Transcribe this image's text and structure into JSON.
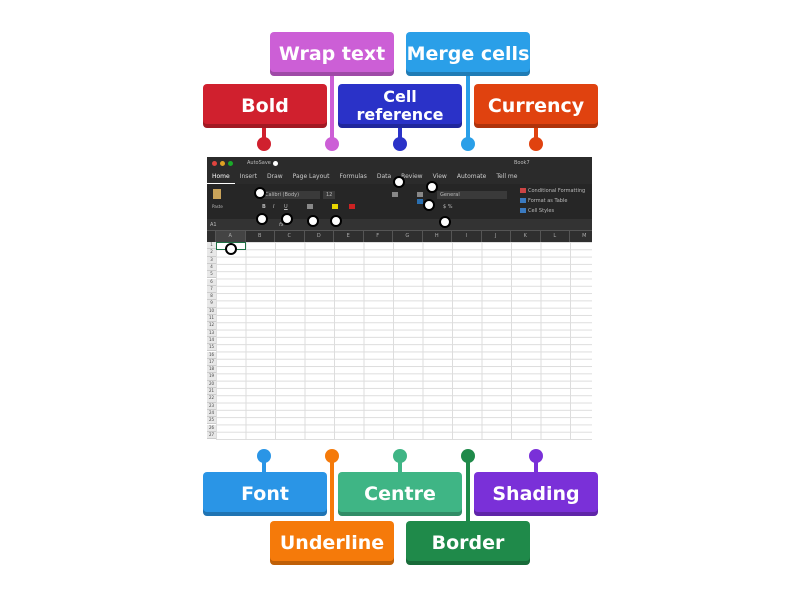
{
  "labels": [
    {
      "text": "Wrap text",
      "color": "#cc5fd6"
    },
    {
      "text": "Merge cells",
      "color": "#2a9fe8"
    },
    {
      "text": "Bold",
      "color": "#d0202e"
    },
    {
      "text": "Cell reference",
      "color": "#2a32c8"
    },
    {
      "text": "Currency",
      "color": "#e0420f"
    },
    {
      "text": "Font",
      "color": "#2a95e6"
    },
    {
      "text": "Centre",
      "color": "#3fb585"
    },
    {
      "text": "Shading",
      "color": "#7a30d8"
    },
    {
      "text": "Underline",
      "color": "#f57a0a"
    },
    {
      "text": "Border",
      "color": "#1f8a4a"
    }
  ],
  "excel": {
    "autosave": "AutoSave",
    "book": "Book7",
    "tabs": [
      "Home",
      "Insert",
      "Draw",
      "Page Layout",
      "Formulas",
      "Data",
      "Review",
      "View",
      "Automate",
      "Tell me"
    ],
    "paste": "Paste",
    "font": "Calibri (Body)",
    "size": "12",
    "number_format": "General",
    "styles": [
      "Conditional Formatting",
      "Format as Table",
      "Cell Styles"
    ],
    "name_box": "A1",
    "fx": "fx",
    "columns": [
      "A",
      "B",
      "C",
      "D",
      "E",
      "F",
      "G",
      "H",
      "I",
      "J",
      "K",
      "L",
      "M"
    ],
    "row_count": 27
  }
}
